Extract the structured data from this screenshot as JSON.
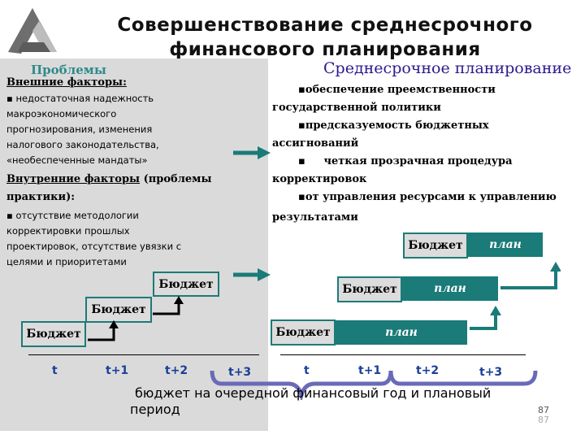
{
  "title_line1": "Совершенствование среднесрочного",
  "title_line2": "финансового планирования",
  "logo": "triangle-logo-icon",
  "left": {
    "header": "Проблемы",
    "external_heading": "Внешние факторы:",
    "external_bullet_lines": [
      "недостаточная надежность",
      "макроэкономического",
      "прогнозирования, изменения",
      "налогового законодательства,",
      "«необеспеченные мандаты»"
    ],
    "internal_heading_u": "Внутренние факторы",
    "internal_heading_rest": " (проблемы",
    "internal_heading_line2": "практики):",
    "internal_bullet_lines": [
      "отсутствие методологии",
      "корректировки прошлых",
      "проектировок, отсутствие увязки с",
      "целями и приоритетами"
    ]
  },
  "right": {
    "header": "Среднесрочное планирование",
    "b1_line1": "обеспечение преемственности",
    "b1_line2": "государственной политики",
    "b2_line1": "предсказуемость бюджетных",
    "b2_line2": "ассигнований",
    "b3_line1": "четкая прозрачная процедура",
    "b3_line2": "корректировок",
    "b4_line1": "от управления ресурсами к управлению",
    "b4_line2": "результатами"
  },
  "budget_label": "Бюджет",
  "plan_label": "план",
  "timeline_left": [
    "t",
    "t+1",
    "t+2",
    "t+3"
  ],
  "timeline_right": [
    "t",
    "t+1",
    "t+2",
    "t+3"
  ],
  "footer_line1": "бюджет на очередной финансовый год и плановый",
  "footer_line2": "период",
  "page_number": "87",
  "colors": {
    "accent": "#1a7b78",
    "title": "#111111",
    "timeline": "#1a3f9a",
    "right_header": "#2c1a8c"
  }
}
